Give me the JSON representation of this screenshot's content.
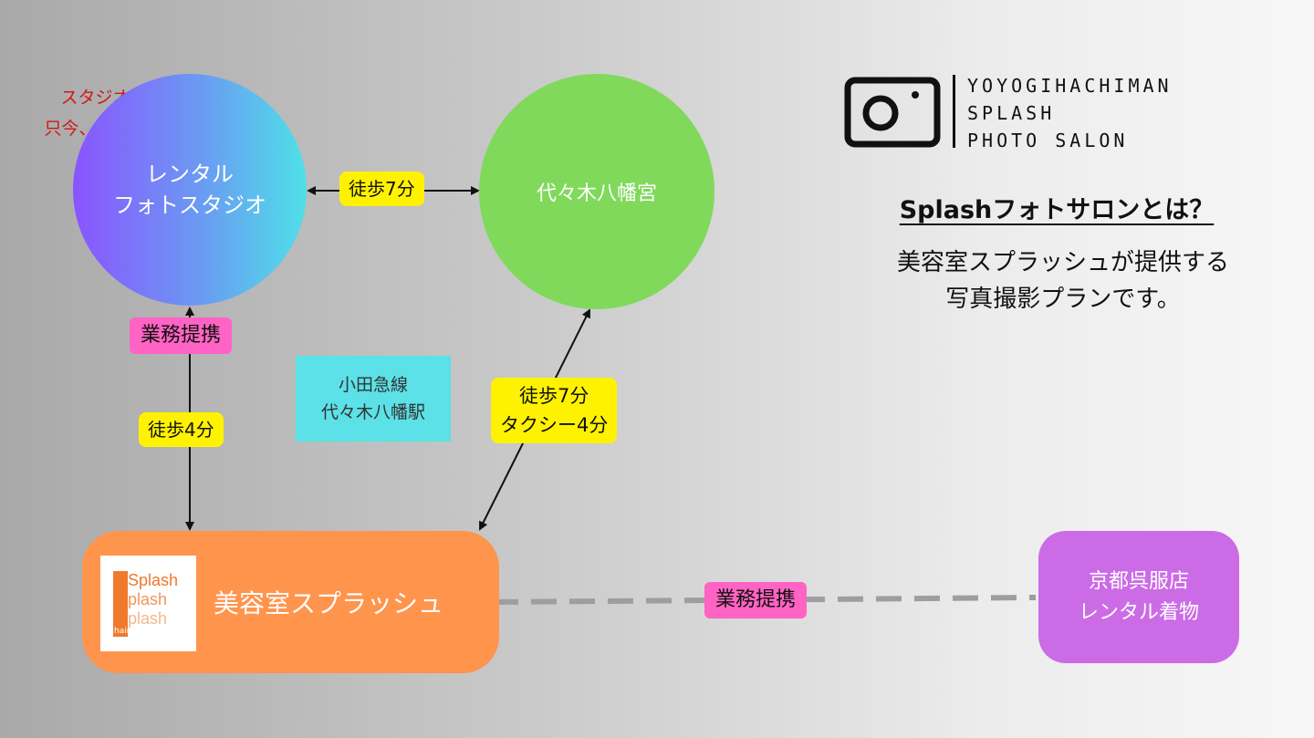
{
  "notice": {
    "line1": "スタジオ撮影は",
    "line2": "只今、休止中です。"
  },
  "nodes": {
    "studio": {
      "line1": "レンタル",
      "line2": "フォトスタジオ"
    },
    "shrine": {
      "label": "代々木八幡宮"
    },
    "station": {
      "line1": "小田急線",
      "line2": "代々木八幡駅"
    },
    "salon": {
      "label": "美容室スプラッシュ",
      "logo_lines": [
        "Splash",
        "plash",
        "plash"
      ],
      "logo_tag": "hair"
    },
    "kimono": {
      "line1": "京都呉服店",
      "line2": "レンタル着物"
    }
  },
  "connections": {
    "studio_shrine": "徒歩7分",
    "studio_salon_partner": "業務提携",
    "studio_salon_walk": "徒歩4分",
    "shrine_salon_line1": "徒歩7分",
    "shrine_salon_line2": "タクシー4分",
    "salon_kimono": "業務提携"
  },
  "brand": {
    "line1": "YOYOGIHACHIMAN",
    "line2": "SPLASH",
    "line3": "PHOTO SALON"
  },
  "headline": "Splashフォトサロンとは？",
  "description": {
    "line1": "美容室スプラッシュが提供する",
    "line2": "写真撮影プランです。"
  },
  "colors": {
    "studio_start": "#8a54ff",
    "studio_end": "#4fe0e8",
    "shrine": "#80d95b",
    "salon": "#ff944d",
    "kimono": "#cc6be6",
    "walk_label": "#fff200",
    "partner_label": "#ff63c4",
    "station": "#5be1e7",
    "notice": "#d01818"
  }
}
